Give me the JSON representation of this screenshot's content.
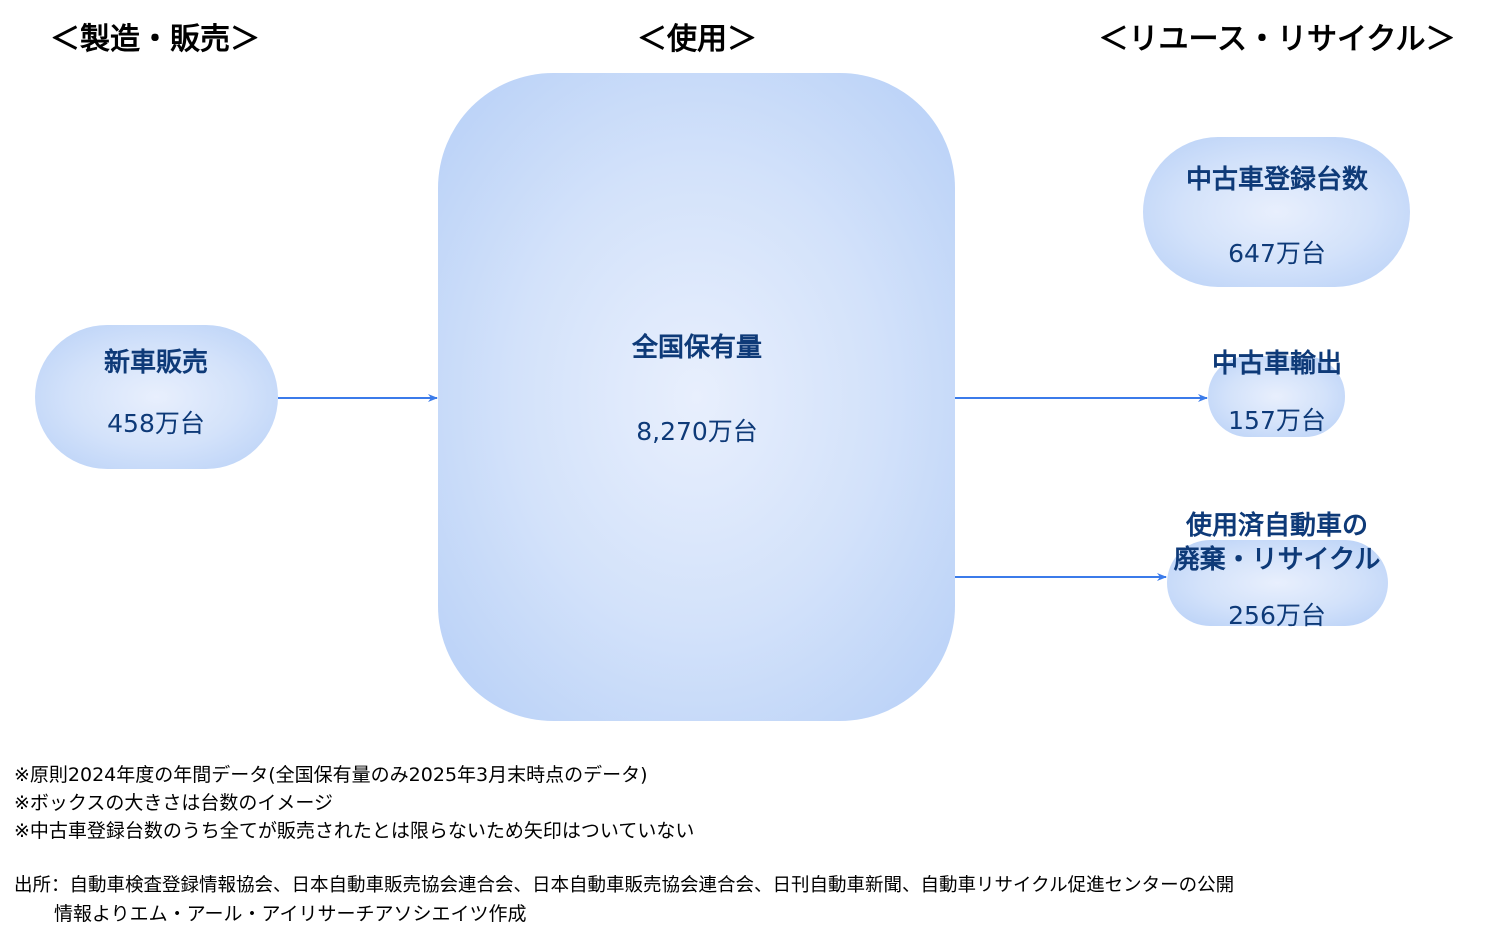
{
  "headers": {
    "manufacture": "＜製造・販売＞",
    "use": "＜使用＞",
    "reuse": "＜リユース・リサイクル＞"
  },
  "boxes": {
    "new_sales": {
      "title": "新車販売",
      "value": "458万台"
    },
    "stock": {
      "title": "全国保有量",
      "value": "8,270万台"
    },
    "used_reg": {
      "title": "中古車登録台数",
      "value": "647万台"
    },
    "export": {
      "title": "中古車輸出",
      "value": "157万台"
    },
    "recycle": {
      "title_line1": "使用済自動車の",
      "title_line2": "廃棄・リサイクル",
      "value": "256万台"
    }
  },
  "notes": [
    "※原則2024年度の年間データ(全国保有量のみ2025年3月末時点のデータ)",
    "※ボックスの大きさは台数のイメージ",
    "※中古車登録台数のうち全てが販売されたとは限らないため矢印はついていない"
  ],
  "source": {
    "line1": "出所：自動車検査登録情報協会、日本自動車販売協会連合会、日本自動車販売協会連合会、日刊自動車新聞、自動車リサイクル促進センターの公開",
    "line2": "情報よりエム・アール・アイリサーチアソシエイツ作成"
  },
  "colors": {
    "text": "#0e3a78",
    "arrow": "#3b7bea"
  }
}
